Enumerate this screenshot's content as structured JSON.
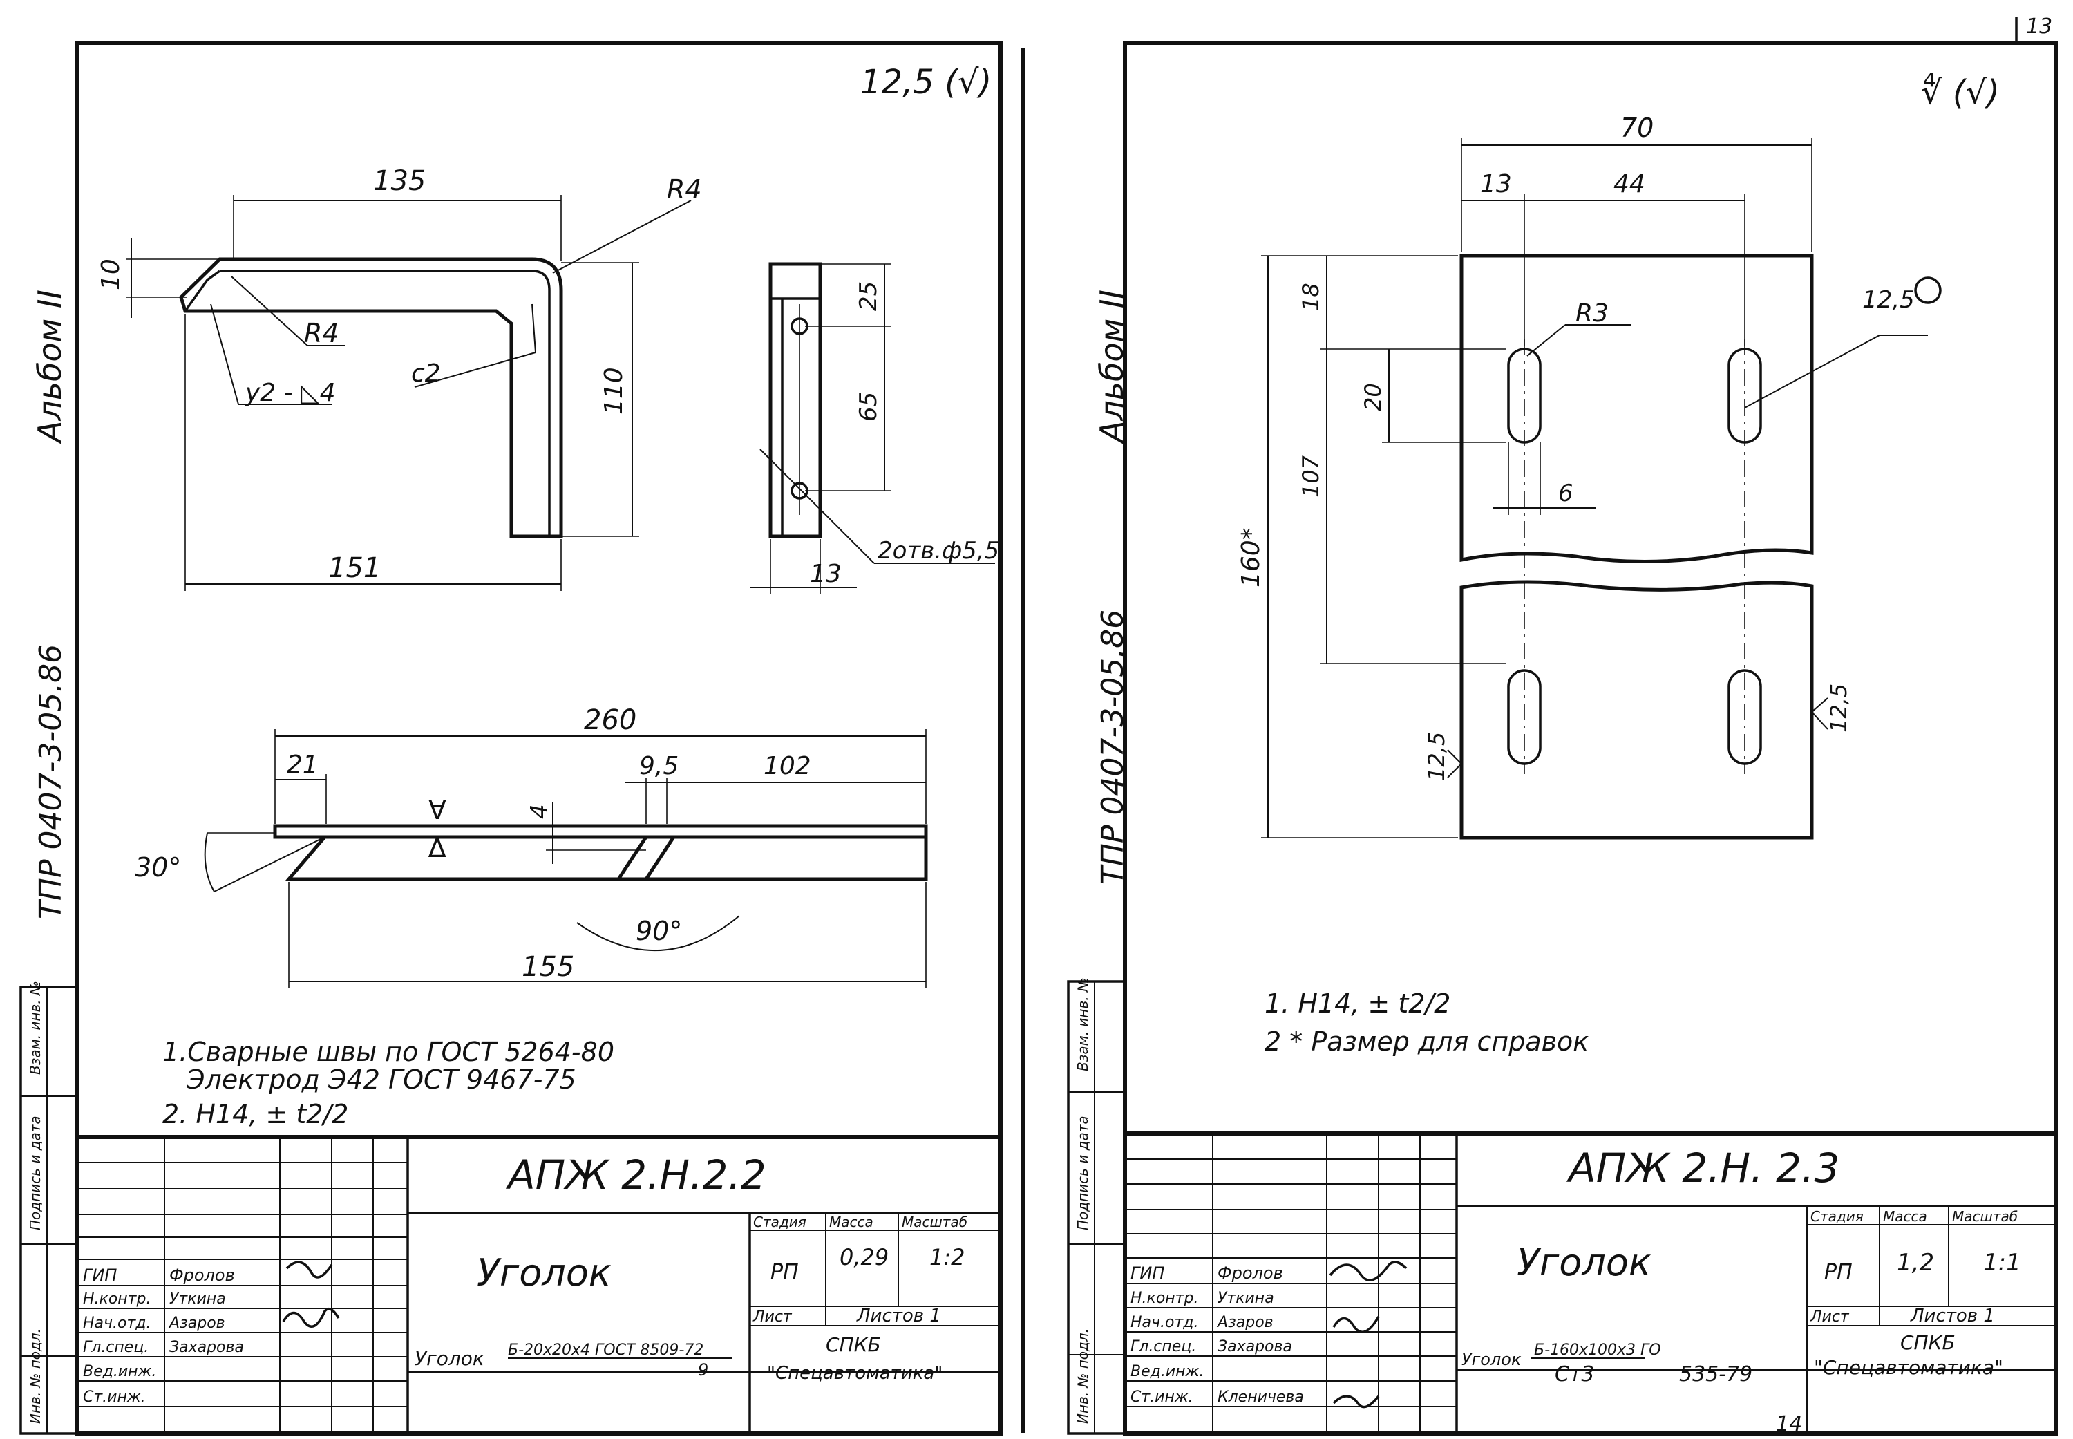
{
  "page_number": "13",
  "bottom_number": "14",
  "sheets": [
    {
      "album_label": "Альбом II",
      "tpr_label": "ТПР 0407-3-05.86",
      "surface_mark": "12,5 (√)",
      "dims": {
        "d135": "135",
        "r4_top": "R4",
        "d10": "10",
        "r4_inner": "R4",
        "c2": "c2",
        "weld": "у2 - ◺4",
        "d110": "110",
        "d151": "151",
        "d25": "25",
        "d65": "65",
        "holes": "2отв.ф5,5",
        "d13": "13",
        "d260": "260",
        "d21": "21",
        "d95": "9,5",
        "d102": "102",
        "d4": "4",
        "a30": "30°",
        "a90": "90°",
        "d155": "155"
      },
      "notes": [
        "1.Сварные швы по ГОСТ 5264-80",
        "Электрод Э42 ГОСТ 9467-75",
        "2. Н14, ± t2/2"
      ],
      "title_block": {
        "code": "АПЖ 2.Н.2.2",
        "name": "Уголок",
        "stage_header": "Стадия",
        "mass_header": "Масса",
        "scale_header": "Масштаб",
        "stage": "РП",
        "mass": "0,29",
        "scale": "1:2",
        "sheet_label": "Лист",
        "sheets_label": "Листов 1",
        "org_line1": "СПКБ",
        "org_line2": "\"Спецавтоматика\"",
        "material_label": "Уголок",
        "material_spec": "Б-20х20х4 ГОСТ 8509-72",
        "material_sub": "9",
        "roles": [
          "ГИП",
          "Н.контр.",
          "Нач.отд.",
          "Гл.спец.",
          "Вед.инж.",
          "Ст.инж."
        ],
        "names": [
          "Фролов",
          "Уткина",
          "Азаров",
          "Захарова",
          "",
          ""
        ]
      },
      "side_stamp": [
        "Инв. № подл.",
        "Подпись и дата",
        "Взам. инв. №"
      ]
    },
    {
      "album_label": "Альбом II",
      "tpr_label": "ТПР 0407-3-05.86",
      "surface_mark": "∜ (√)",
      "dims": {
        "d70": "70",
        "d13": "13",
        "d44": "44",
        "r3": "R3",
        "rough125": "12,5",
        "d18": "18",
        "d20": "20",
        "d107": "107",
        "d160": "160*",
        "d6": "6",
        "rough_left": "12,5",
        "rough_right": "12,5"
      },
      "notes": [
        "1. Н14, ± t2/2",
        "2 * Размер для справок"
      ],
      "title_block": {
        "code": "АПЖ 2.Н. 2.3",
        "name": "Уголок",
        "stage_header": "Стадия",
        "mass_header": "Масса",
        "scale_header": "Масштаб",
        "stage": "РП",
        "mass": "1,2",
        "scale": "1:1",
        "sheet_label": "Лист",
        "sheets_label": "Листов 1",
        "org_line1": "СПКБ",
        "org_line2": "\"Спецавтоматика\"",
        "material_label": "Уголок",
        "material_spec": "Б-160х100х3 ГО",
        "material_sub": "Ст3",
        "material_std": "535-79",
        "roles": [
          "ГИП",
          "Н.контр.",
          "Нач.отд.",
          "Гл.спец.",
          "Вед.инж.",
          "Ст.инж."
        ],
        "names": [
          "Фролов",
          "Уткина",
          "Азаров",
          "Захарова",
          "",
          "Кленичева"
        ]
      },
      "side_stamp": [
        "Инв. № подл.",
        "Подпись и дата",
        "Взам. инв. №"
      ]
    }
  ]
}
